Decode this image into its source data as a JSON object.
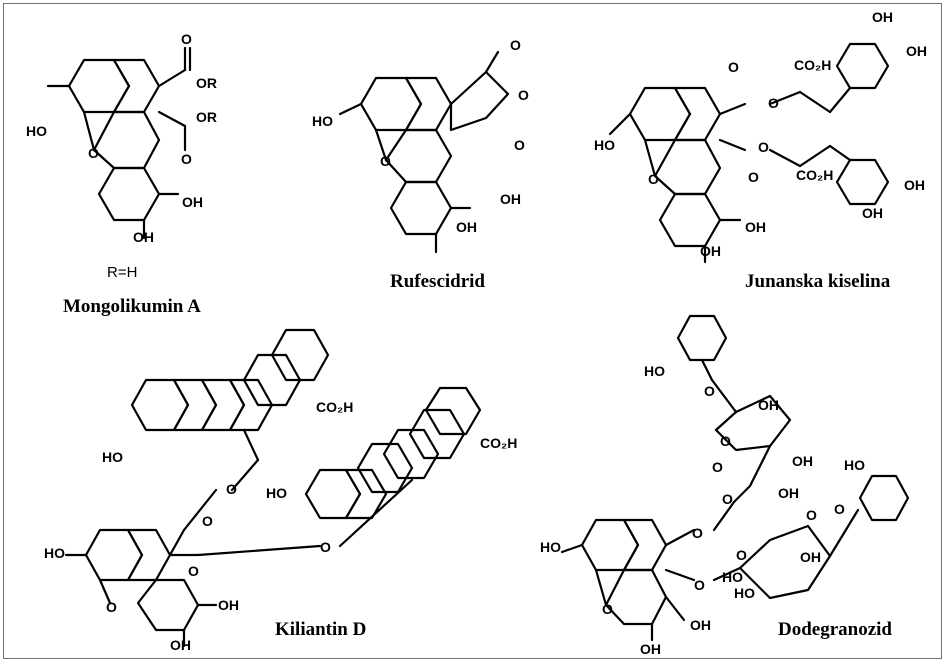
{
  "compounds": [
    {
      "name": "Mongolikumin A",
      "substituent_definition": "R=H"
    },
    {
      "name": "Rufescidrid"
    },
    {
      "name": "Junanska kiselina"
    },
    {
      "name": "Kiliantin D"
    },
    {
      "name": "Dodegranozid"
    }
  ],
  "atom_labels": {
    "ho": "HO",
    "oh": "OH",
    "o": "O",
    "or": "OR",
    "co2h": "CO₂H"
  }
}
